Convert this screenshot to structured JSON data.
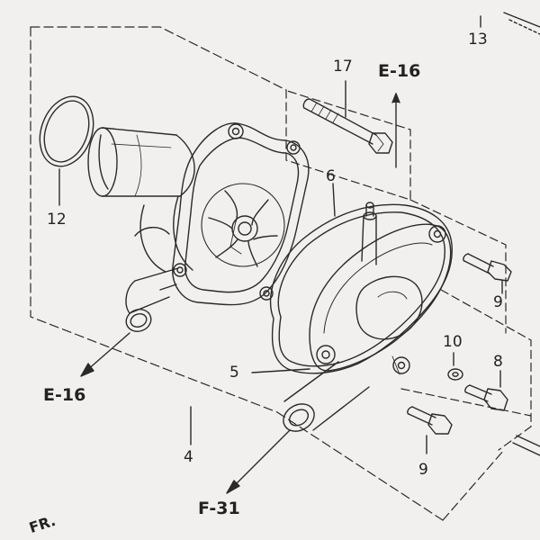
{
  "callouts": {
    "c4": "4",
    "c5": "5",
    "c6": "6",
    "c8": "8",
    "c9_upper": "9",
    "c9_lower": "9",
    "c10": "10",
    "c12": "12",
    "c13": "13",
    "c17": "17"
  },
  "refs": {
    "e16_top": "E-16",
    "e16_left": "E-16",
    "f31": "F-31"
  },
  "direction_mark": "FR.",
  "colors": {
    "line": "#2a2a2a",
    "background": "#f1f0ee"
  }
}
